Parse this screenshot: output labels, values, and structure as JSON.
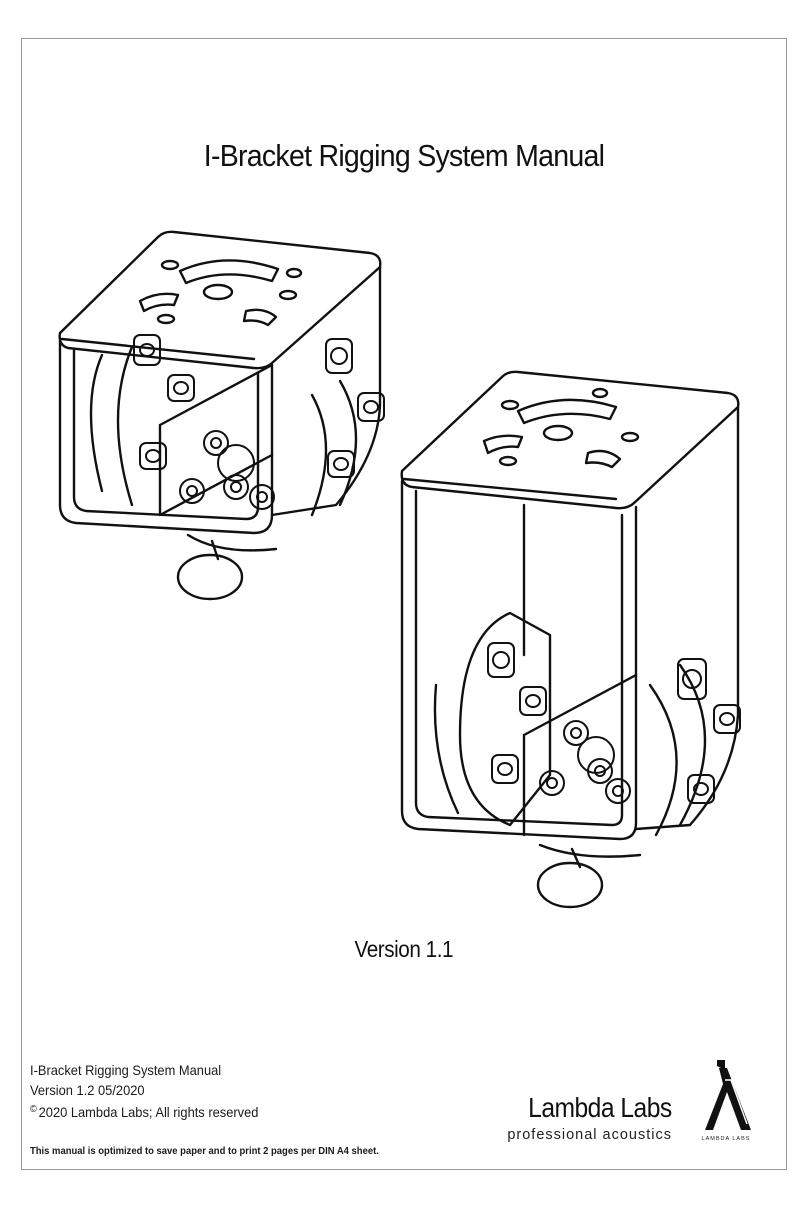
{
  "document": {
    "title": "I-Bracket Rigging System Manual",
    "version_label": "Version 1.1",
    "info": {
      "line1": "I-Bracket Rigging System Manual",
      "line2": "Version 1.2 05/2020",
      "copyright_symbol": "©",
      "line3": "2020 Lambda Labs; All rights reserved"
    },
    "note": "This manual is optimized to save paper and to print 2 pages per DIN A4 sheet.",
    "brand": {
      "name": "Lambda Labs",
      "tagline": "professional acoustics",
      "logo_text": "LAMBDA LABS"
    }
  }
}
